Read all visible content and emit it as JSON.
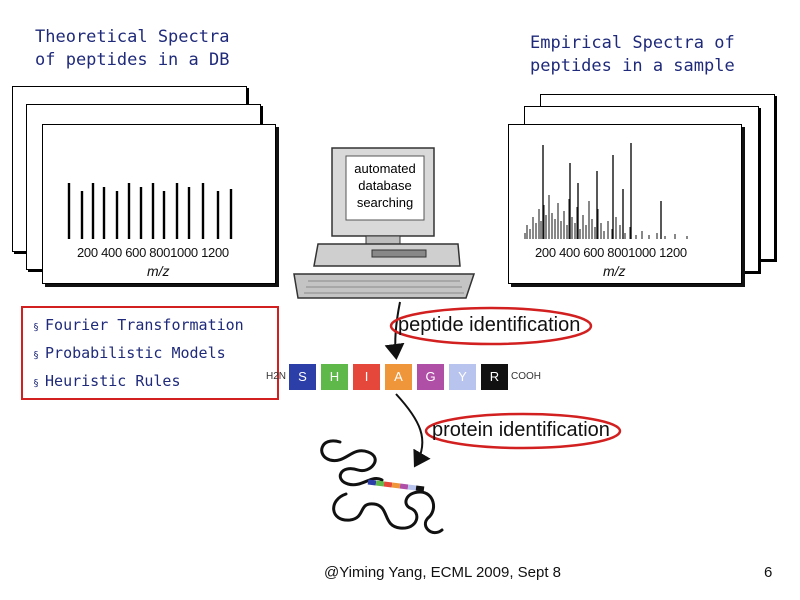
{
  "titles": {
    "theoretical": "Theoretical Spectra\nof peptides in a DB",
    "empirical": "Empirical Spectra of\npeptides in a sample"
  },
  "axis": {
    "ticks": "200 400 600 8001000 1200",
    "label": "m/z"
  },
  "computer": {
    "screen_text": "automated\ndatabase\nsearching"
  },
  "methods": [
    "Fourier Transformation",
    "Probabilistic Models",
    "Heuristic Rules"
  ],
  "peptide": {
    "n_term": "H2N",
    "c_term": "COOH",
    "residues": [
      {
        "letter": "S",
        "color": "#2c3fa8"
      },
      {
        "letter": "H",
        "color": "#5fb94a"
      },
      {
        "letter": "I",
        "color": "#e5483a"
      },
      {
        "letter": "A",
        "color": "#f0963a"
      },
      {
        "letter": "G",
        "color": "#b04fa6"
      },
      {
        "letter": "Y",
        "color": "#b8c4ee"
      },
      {
        "letter": "R",
        "color": "#111111"
      }
    ]
  },
  "labels": {
    "peptide_identification": "peptide identification",
    "protein_identification": "protein identification"
  },
  "footer": {
    "credit": "@Yiming Yang, ECML 2009, Sept 8",
    "page": "6"
  },
  "colors": {
    "title_blue": "#1f2a7a",
    "highlight_red": "#d21f1f"
  }
}
